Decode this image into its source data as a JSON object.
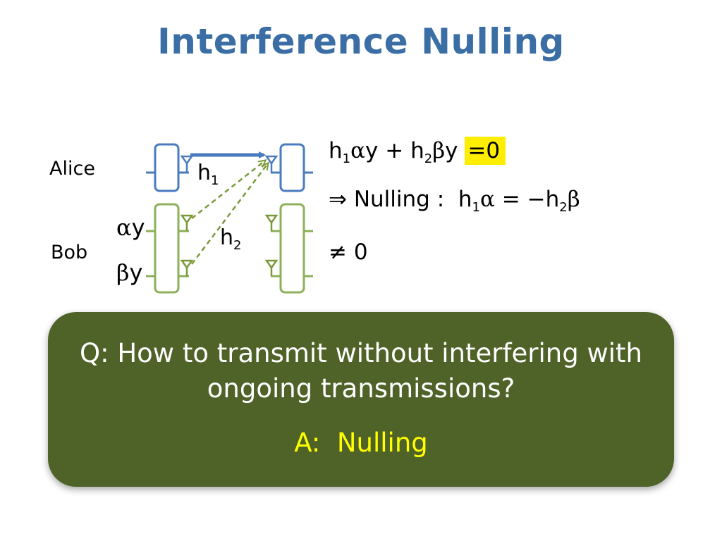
{
  "slide": {
    "title": "Interference Nulling"
  },
  "diagram": {
    "nodes": {
      "alice": "Alice",
      "bob": "Bob"
    },
    "signals": {
      "alpha": "α",
      "beta": "β",
      "y": "y"
    },
    "channels": {
      "h1": {
        "base": "h",
        "sub": "1"
      },
      "h2": {
        "base": "h",
        "sub": "2"
      }
    },
    "colors": {
      "alice": "#4a7bbf",
      "bob": "#8db05a",
      "arrow_solid": "#4a7bbf",
      "arrow_dashed": "#7a9a3a"
    }
  },
  "equations": {
    "eq1": {
      "h": "h",
      "s1": "1",
      "a": "α",
      "y": "y",
      "plus": "+",
      "s2": "2",
      "b": "β",
      "eq0": "=0"
    },
    "eq2": {
      "implies": "⇒",
      "label": "Nulling :",
      "h": "h",
      "s1": "1",
      "a": "α",
      "rel": "= −",
      "s2": "2",
      "b": "β"
    },
    "eq3": {
      "text": "≠ 0"
    },
    "highlight_color": "#ffee00"
  },
  "callout": {
    "question": "Q: How to transmit without interfering with ongoing transmissions?",
    "answer": "A:  Nulling",
    "background": "#4f6228",
    "answer_color": "#ffff00"
  }
}
